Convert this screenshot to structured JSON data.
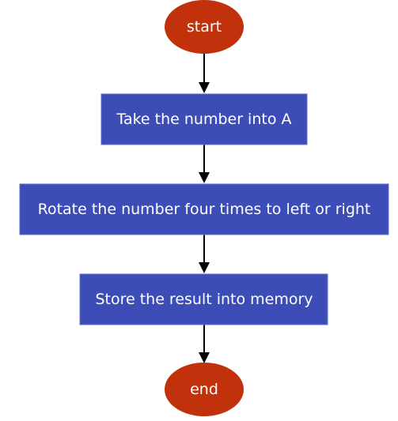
{
  "colors": {
    "terminal_fill": "#c1320c",
    "process_fill": "#3d4db7",
    "process_border": "#5f6fcf",
    "text": "#ffffff",
    "edge": "#000000"
  },
  "nodes": [
    {
      "id": "start",
      "shape": "ellipse",
      "label": "start"
    },
    {
      "id": "take",
      "shape": "rectangle",
      "label": "Take the number into A"
    },
    {
      "id": "rotate",
      "shape": "rectangle",
      "label": "Rotate the number four times to left or right"
    },
    {
      "id": "store",
      "shape": "rectangle",
      "label": "Store the result into memory"
    },
    {
      "id": "end",
      "shape": "ellipse",
      "label": "end"
    }
  ],
  "edges": [
    {
      "from": "start",
      "to": "take"
    },
    {
      "from": "take",
      "to": "rotate"
    },
    {
      "from": "rotate",
      "to": "store"
    },
    {
      "from": "store",
      "to": "end"
    }
  ]
}
